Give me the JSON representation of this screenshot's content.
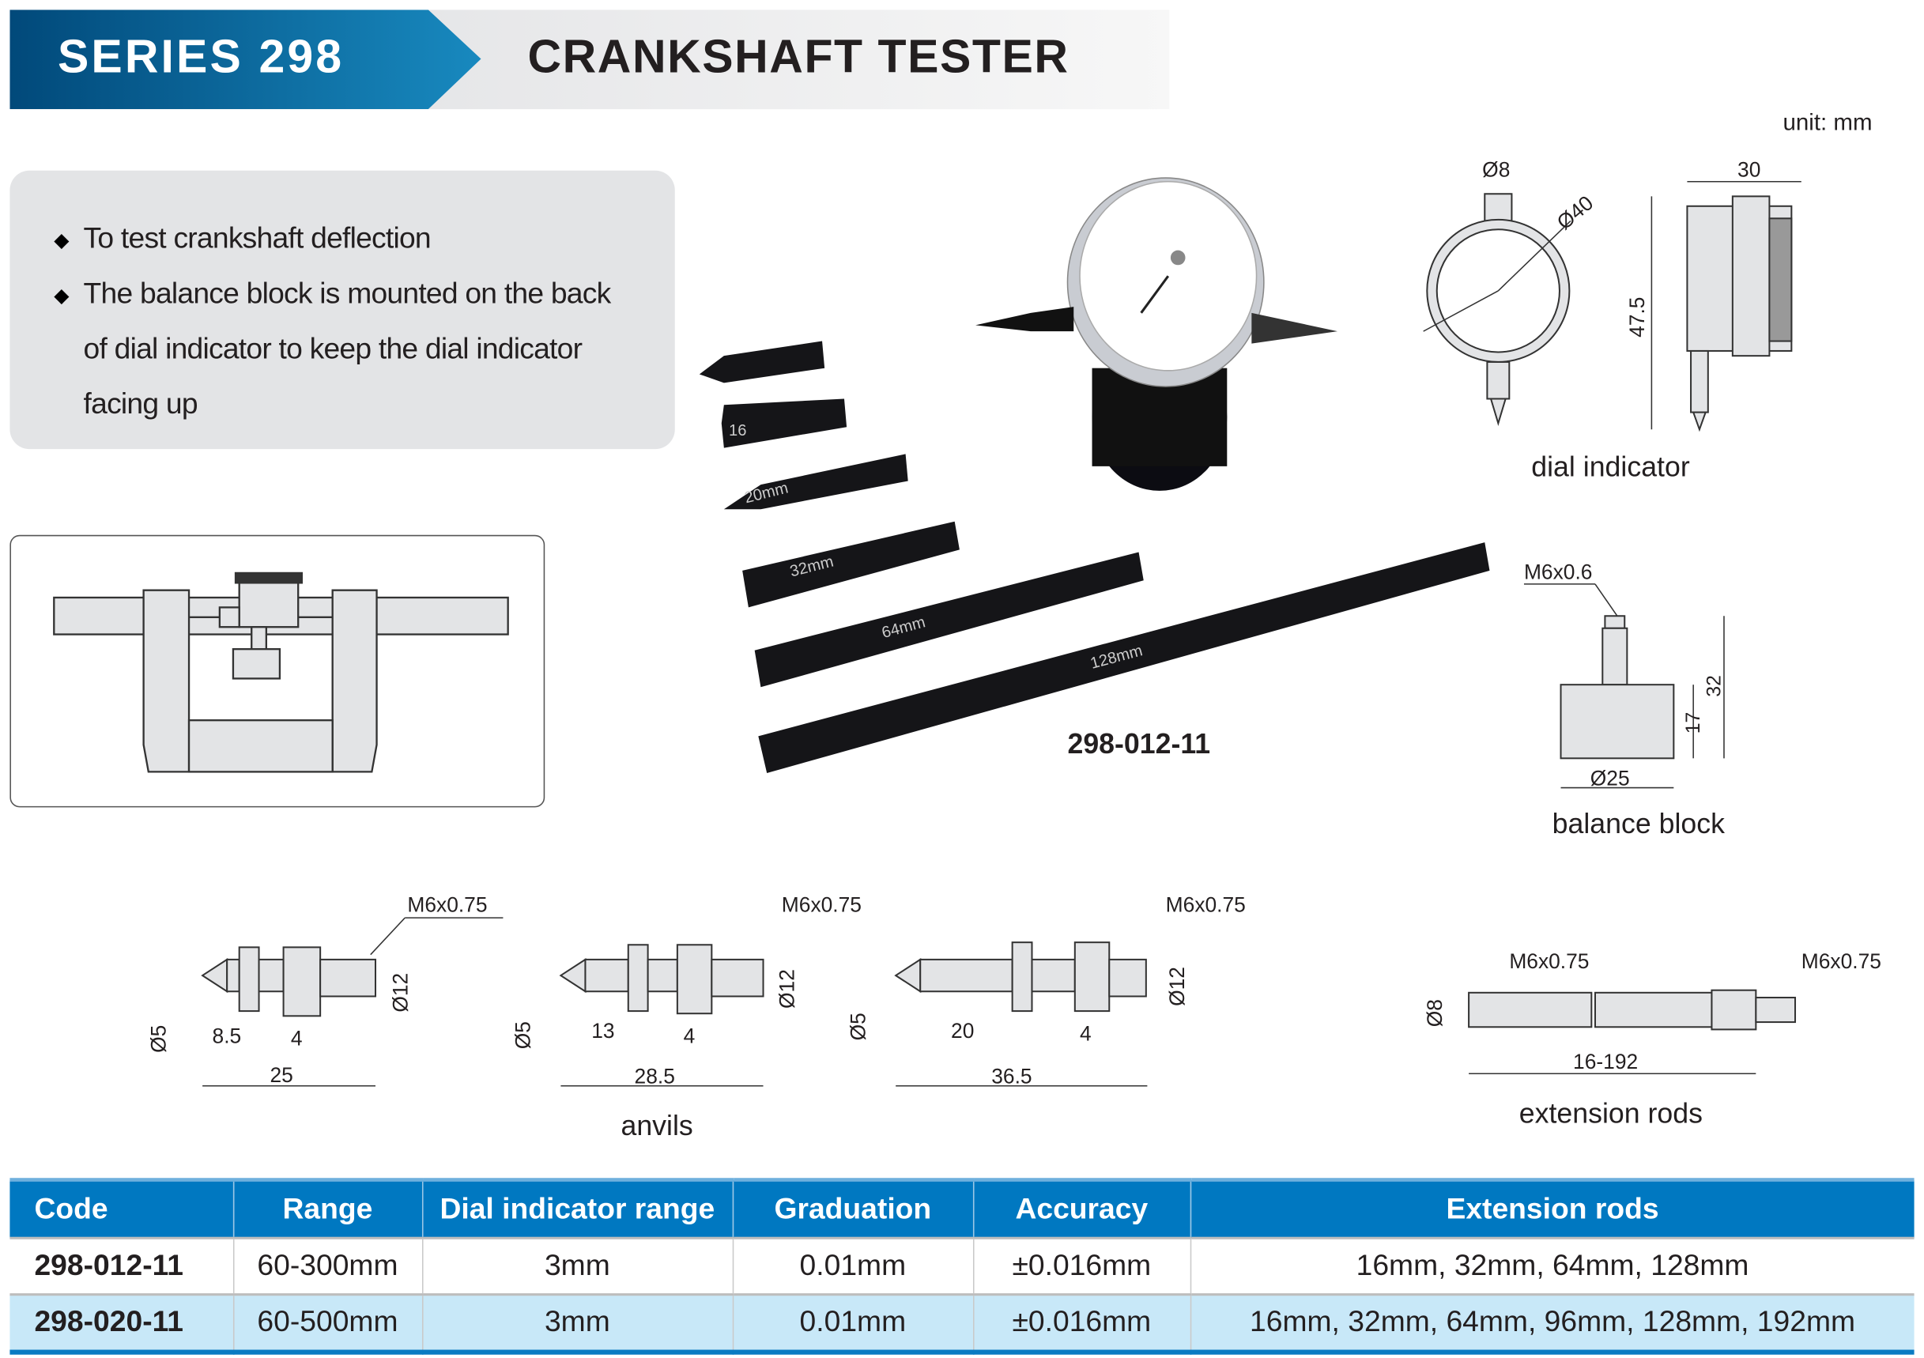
{
  "header": {
    "series": "SERIES 298",
    "title": "CRANKSHAFT TESTER"
  },
  "unit": "unit: mm",
  "features": [
    "To test crankshaft deflection",
    "The balance block is mounted on the back",
    "of dial indicator to keep the dial indicator",
    "facing up"
  ],
  "product": {
    "code": "298-012-11",
    "rod_labels": [
      "16",
      "20mm",
      "32mm",
      "64mm",
      "128mm"
    ]
  },
  "dial_indicator": {
    "caption": "dial indicator",
    "dims": {
      "stem": "Ø8",
      "face": "Ø40",
      "depth": "30",
      "height": "47.5"
    }
  },
  "balance_block": {
    "caption": "balance block",
    "dims": {
      "thread": "M6x0.6",
      "dia": "Ø25",
      "h1": "17",
      "h2": "32"
    }
  },
  "anvils": {
    "caption": "anvils",
    "items": [
      {
        "thread": "M6x0.75",
        "tip": "Ø5",
        "body": "Ø12",
        "a": "8.5",
        "b": "4",
        "len": "25"
      },
      {
        "thread": "M6x0.75",
        "tip": "Ø5",
        "body": "Ø12",
        "a": "13",
        "b": "4",
        "len": "28.5"
      },
      {
        "thread": "M6x0.75",
        "tip": "Ø5",
        "body": "Ø12",
        "a": "20",
        "b": "4",
        "len": "36.5"
      }
    ]
  },
  "extension_rods": {
    "caption": "extension rods",
    "thread_left": "M6x0.75",
    "thread_right": "M6x0.75",
    "dia": "Ø8",
    "len": "16-192"
  },
  "table": {
    "headers": [
      "Code",
      "Range",
      "Dial indicator range",
      "Graduation",
      "Accuracy",
      "Extension rods"
    ],
    "rows": [
      [
        "298-012-11",
        "60-300mm",
        "3mm",
        "0.01mm",
        "±0.016mm",
        "16mm, 32mm, 64mm, 128mm"
      ],
      [
        "298-020-11",
        "60-500mm",
        "3mm",
        "0.01mm",
        "±0.016mm",
        "16mm, 32mm, 64mm, 96mm, 128mm, 192mm"
      ]
    ]
  },
  "colors": {
    "brand_blue": "#0078c1",
    "row_alt": "#c8e8f8",
    "panel_gray": "#e3e4e6"
  }
}
